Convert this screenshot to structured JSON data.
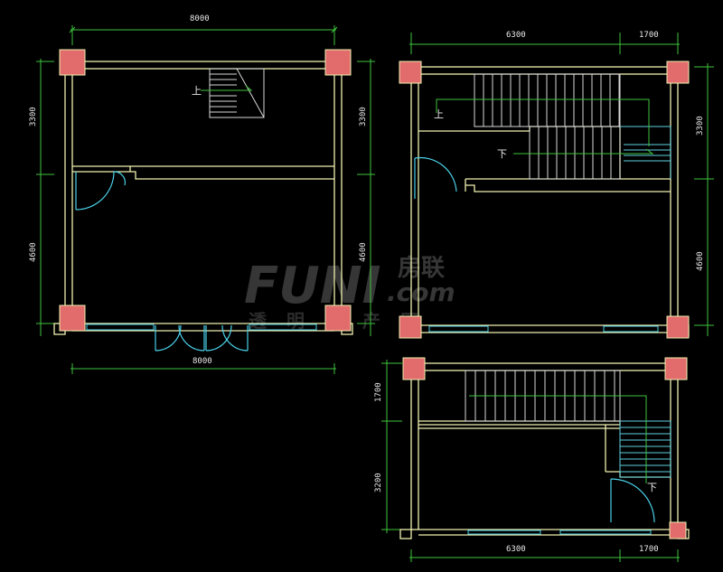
{
  "watermark": {
    "brand": "FUNI",
    "brand_cn": "房联",
    "domain": ".com",
    "slogan": "透明房产网"
  },
  "plan_a": {
    "top_width": "8000",
    "bottom_width": "8000",
    "left_upper": "3300",
    "left_lower": "4600",
    "right_upper": "3300",
    "right_lower": "4600",
    "stair_label": "上"
  },
  "plan_b": {
    "top_main": "6300",
    "top_side": "1700",
    "right_upper": "3300",
    "right_lower": "4600",
    "stair_up": "上",
    "stair_down": "下"
  },
  "plan_c": {
    "left_upper": "1700",
    "left_lower": "3200",
    "bottom_main": "6300",
    "bottom_side": "1700",
    "stair_down": "下"
  },
  "colors": {
    "background": "#000000",
    "wall": "#f0f0b0",
    "dimension": "#3ec43e",
    "column": "#e26b6b",
    "door": "#4ad0e8"
  }
}
